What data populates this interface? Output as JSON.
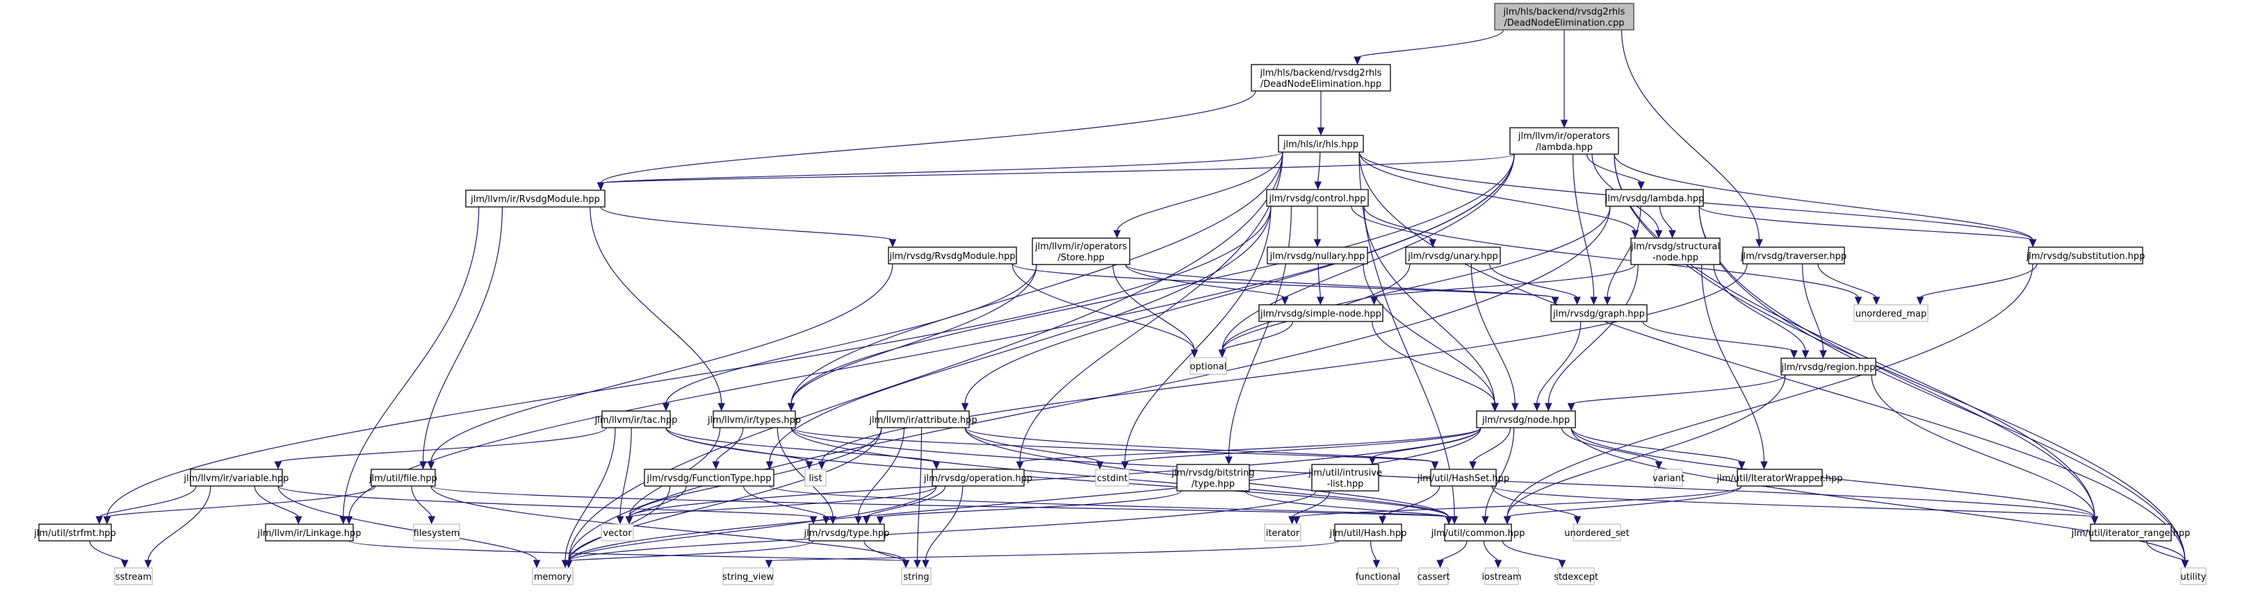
{
  "title": "Include dependency graph for DeadNodeElimination.cpp",
  "colors": {
    "edge": "#191970",
    "root_fill": "#bfbfbf",
    "root_stroke": "#404040",
    "node_stroke": "#000000",
    "system_stroke": "#bfbfbf"
  },
  "nodes": [
    {
      "id": "root",
      "lines": [
        "jlm/hls/backend/rvsdg2rhls",
        "/DeadNodeElimination.cpp"
      ],
      "kind": "root"
    },
    {
      "id": "dne_hpp",
      "lines": [
        "jlm/hls/backend/rvsdg2rhls",
        "/DeadNodeElimination.hpp"
      ],
      "kind": "local"
    },
    {
      "id": "hls",
      "lines": [
        "jlm/hls/ir/hls.hpp"
      ],
      "kind": "local"
    },
    {
      "id": "op_lambda",
      "lines": [
        "jlm/llvm/ir/operators",
        "/lambda.hpp"
      ],
      "kind": "local"
    },
    {
      "id": "llvm_module",
      "lines": [
        "jlm/llvm/ir/RvsdgModule.hpp"
      ],
      "kind": "local"
    },
    {
      "id": "control",
      "lines": [
        "jlm/rvsdg/control.hpp"
      ],
      "kind": "local"
    },
    {
      "id": "rvsdg_lambda",
      "lines": [
        "jlm/rvsdg/lambda.hpp"
      ],
      "kind": "local"
    },
    {
      "id": "rvsdg_module",
      "lines": [
        "jlm/rvsdg/RvsdgModule.hpp"
      ],
      "kind": "local"
    },
    {
      "id": "store",
      "lines": [
        "jlm/llvm/ir/operators",
        "/Store.hpp"
      ],
      "kind": "local"
    },
    {
      "id": "nullary",
      "lines": [
        "jlm/rvsdg/nullary.hpp"
      ],
      "kind": "local"
    },
    {
      "id": "unary",
      "lines": [
        "jlm/rvsdg/unary.hpp"
      ],
      "kind": "local"
    },
    {
      "id": "structural",
      "lines": [
        "jlm/rvsdg/structural",
        "-node.hpp"
      ],
      "kind": "local"
    },
    {
      "id": "traverser",
      "lines": [
        "jlm/rvsdg/traverser.hpp"
      ],
      "kind": "local"
    },
    {
      "id": "substitution",
      "lines": [
        "jlm/rvsdg/substitution.hpp"
      ],
      "kind": "local"
    },
    {
      "id": "simple_node",
      "lines": [
        "jlm/rvsdg/simple-node.hpp"
      ],
      "kind": "local"
    },
    {
      "id": "graph",
      "lines": [
        "jlm/rvsdg/graph.hpp"
      ],
      "kind": "local"
    },
    {
      "id": "unordered_map",
      "lines": [
        "unordered_map"
      ],
      "kind": "system"
    },
    {
      "id": "optional",
      "lines": [
        "optional"
      ],
      "kind": "system"
    },
    {
      "id": "region",
      "lines": [
        "jlm/rvsdg/region.hpp"
      ],
      "kind": "local"
    },
    {
      "id": "tac",
      "lines": [
        "jlm/llvm/ir/tac.hpp"
      ],
      "kind": "local"
    },
    {
      "id": "types",
      "lines": [
        "jlm/llvm/ir/types.hpp"
      ],
      "kind": "local"
    },
    {
      "id": "attribute",
      "lines": [
        "jlm/llvm/ir/attribute.hpp"
      ],
      "kind": "local"
    },
    {
      "id": "node",
      "lines": [
        "jlm/rvsdg/node.hpp"
      ],
      "kind": "local"
    },
    {
      "id": "variable",
      "lines": [
        "jlm/llvm/ir/variable.hpp"
      ],
      "kind": "local"
    },
    {
      "id": "file",
      "lines": [
        "jlm/util/file.hpp"
      ],
      "kind": "local"
    },
    {
      "id": "function_type",
      "lines": [
        "jlm/rvsdg/FunctionType.hpp"
      ],
      "kind": "local"
    },
    {
      "id": "list",
      "lines": [
        "list"
      ],
      "kind": "system"
    },
    {
      "id": "operation",
      "lines": [
        "jlm/rvsdg/operation.hpp"
      ],
      "kind": "local"
    },
    {
      "id": "cstdint",
      "lines": [
        "cstdint"
      ],
      "kind": "system"
    },
    {
      "id": "bitstring_type",
      "lines": [
        "jlm/rvsdg/bitstring",
        "/type.hpp"
      ],
      "kind": "local"
    },
    {
      "id": "intrusive_list",
      "lines": [
        "jlm/util/intrusive",
        "-list.hpp"
      ],
      "kind": "local"
    },
    {
      "id": "hashset",
      "lines": [
        "jlm/util/HashSet.hpp"
      ],
      "kind": "local"
    },
    {
      "id": "variant",
      "lines": [
        "variant"
      ],
      "kind": "system"
    },
    {
      "id": "iterator_wrapper",
      "lines": [
        "jlm/util/IteratorWrapper.hpp"
      ],
      "kind": "local"
    },
    {
      "id": "strfmt",
      "lines": [
        "jlm/util/strfmt.hpp"
      ],
      "kind": "local"
    },
    {
      "id": "linkage",
      "lines": [
        "jlm/llvm/ir/Linkage.hpp"
      ],
      "kind": "local"
    },
    {
      "id": "filesystem",
      "lines": [
        "filesystem"
      ],
      "kind": "system"
    },
    {
      "id": "vector",
      "lines": [
        "vector"
      ],
      "kind": "system"
    },
    {
      "id": "rvsdg_type",
      "lines": [
        "jlm/rvsdg/type.hpp"
      ],
      "kind": "local"
    },
    {
      "id": "iterator",
      "lines": [
        "iterator"
      ],
      "kind": "system"
    },
    {
      "id": "hash",
      "lines": [
        "jlm/util/Hash.hpp"
      ],
      "kind": "local"
    },
    {
      "id": "common",
      "lines": [
        "jlm/util/common.hpp"
      ],
      "kind": "local"
    },
    {
      "id": "unordered_set",
      "lines": [
        "unordered_set"
      ],
      "kind": "system"
    },
    {
      "id": "iterator_range",
      "lines": [
        "jlm/util/iterator_range.hpp"
      ],
      "kind": "local"
    },
    {
      "id": "sstream",
      "lines": [
        "sstream"
      ],
      "kind": "system"
    },
    {
      "id": "memory",
      "lines": [
        "memory"
      ],
      "kind": "system"
    },
    {
      "id": "string_view",
      "lines": [
        "string_view"
      ],
      "kind": "system"
    },
    {
      "id": "string",
      "lines": [
        "string"
      ],
      "kind": "system"
    },
    {
      "id": "functional",
      "lines": [
        "functional"
      ],
      "kind": "system"
    },
    {
      "id": "cassert",
      "lines": [
        "cassert"
      ],
      "kind": "system"
    },
    {
      "id": "iostream",
      "lines": [
        "iostream"
      ],
      "kind": "system"
    },
    {
      "id": "stdexcept",
      "lines": [
        "stdexcept"
      ],
      "kind": "system"
    },
    {
      "id": "utility",
      "lines": [
        "utility"
      ],
      "kind": "system"
    }
  ],
  "edges": [
    [
      "root",
      "dne_hpp"
    ],
    [
      "root",
      "op_lambda"
    ],
    [
      "root",
      "traverser"
    ],
    [
      "dne_hpp",
      "hls"
    ],
    [
      "dne_hpp",
      "llvm_module"
    ],
    [
      "hls",
      "llvm_module"
    ],
    [
      "hls",
      "control"
    ],
    [
      "hls",
      "store"
    ],
    [
      "hls",
      "types"
    ],
    [
      "hls",
      "structural"
    ],
    [
      "hls",
      "substitution"
    ],
    [
      "hls",
      "memory"
    ],
    [
      "hls",
      "utility"
    ],
    [
      "hls",
      "operation"
    ],
    [
      "hls",
      "common"
    ],
    [
      "op_lambda",
      "llvm_module"
    ],
    [
      "op_lambda",
      "rvsdg_lambda"
    ],
    [
      "op_lambda",
      "graph"
    ],
    [
      "op_lambda",
      "substitution"
    ],
    [
      "op_lambda",
      "types"
    ],
    [
      "op_lambda",
      "attribute"
    ],
    [
      "op_lambda",
      "linkage"
    ],
    [
      "op_lambda",
      "optional"
    ],
    [
      "op_lambda",
      "iterator_range"
    ],
    [
      "op_lambda",
      "structural"
    ],
    [
      "op_lambda",
      "utility"
    ],
    [
      "llvm_module",
      "rvsdg_module"
    ],
    [
      "llvm_module",
      "types"
    ],
    [
      "llvm_module",
      "file"
    ],
    [
      "llvm_module",
      "linkage"
    ],
    [
      "control",
      "nullary"
    ],
    [
      "control",
      "unary"
    ],
    [
      "control",
      "strfmt"
    ],
    [
      "control",
      "node"
    ],
    [
      "control",
      "cstdint"
    ],
    [
      "control",
      "unordered_map"
    ],
    [
      "control",
      "bitstring_type"
    ],
    [
      "control",
      "function_type"
    ],
    [
      "rvsdg_lambda",
      "structural"
    ],
    [
      "rvsdg_lambda",
      "graph"
    ],
    [
      "rvsdg_lambda",
      "substitution"
    ],
    [
      "rvsdg_lambda",
      "optional"
    ],
    [
      "rvsdg_lambda",
      "iterator_range"
    ],
    [
      "rvsdg_lambda",
      "utility"
    ],
    [
      "rvsdg_lambda",
      "memory"
    ],
    [
      "rvsdg_module",
      "graph"
    ],
    [
      "rvsdg_module",
      "optional"
    ],
    [
      "rvsdg_module",
      "file"
    ],
    [
      "store",
      "simple_node"
    ],
    [
      "store",
      "graph"
    ],
    [
      "store",
      "optional"
    ],
    [
      "store",
      "tac"
    ],
    [
      "store",
      "types"
    ],
    [
      "nullary",
      "simple_node"
    ],
    [
      "nullary",
      "node"
    ],
    [
      "unary",
      "graph"
    ],
    [
      "unary",
      "node"
    ],
    [
      "unary",
      "optional"
    ],
    [
      "structural",
      "region"
    ],
    [
      "structural",
      "node"
    ],
    [
      "structural",
      "simple_node"
    ],
    [
      "structural",
      "iterator_wrapper"
    ],
    [
      "traverser",
      "region"
    ],
    [
      "traverser",
      "unordered_map"
    ],
    [
      "traverser",
      "list"
    ],
    [
      "substitution",
      "unordered_map"
    ],
    [
      "substitution",
      "common"
    ],
    [
      "simple_node",
      "node"
    ],
    [
      "simple_node",
      "optional"
    ],
    [
      "graph",
      "region"
    ],
    [
      "graph",
      "node"
    ],
    [
      "region",
      "node"
    ],
    [
      "region",
      "iterator_range"
    ],
    [
      "region",
      "common"
    ],
    [
      "tac",
      "variable"
    ],
    [
      "tac",
      "list"
    ],
    [
      "tac",
      "vector"
    ],
    [
      "tac",
      "operation"
    ],
    [
      "tac",
      "memory"
    ],
    [
      "tac",
      "common"
    ],
    [
      "types",
      "function_type"
    ],
    [
      "types",
      "rvsdg_type"
    ],
    [
      "types",
      "vector"
    ],
    [
      "types",
      "common"
    ],
    [
      "types",
      "iterator_range"
    ],
    [
      "types",
      "hashset"
    ],
    [
      "attribute",
      "rvsdg_type"
    ],
    [
      "attribute",
      "string"
    ],
    [
      "attribute",
      "vector"
    ],
    [
      "attribute",
      "memory"
    ],
    [
      "attribute",
      "cstdint"
    ],
    [
      "attribute",
      "hashset"
    ],
    [
      "attribute",
      "common"
    ],
    [
      "node",
      "operation"
    ],
    [
      "node",
      "intrusive_list"
    ],
    [
      "node",
      "hashset"
    ],
    [
      "node",
      "variant"
    ],
    [
      "node",
      "iterator_wrapper"
    ],
    [
      "node",
      "iterator_range"
    ],
    [
      "node",
      "common"
    ],
    [
      "node",
      "cstdint"
    ],
    [
      "node",
      "memory"
    ],
    [
      "node",
      "vector"
    ],
    [
      "node",
      "utility"
    ],
    [
      "variable",
      "strfmt"
    ],
    [
      "variable",
      "linkage"
    ],
    [
      "variable",
      "rvsdg_type"
    ],
    [
      "variable",
      "sstream"
    ],
    [
      "variable",
      "memory"
    ],
    [
      "file",
      "strfmt"
    ],
    [
      "file",
      "filesystem"
    ],
    [
      "file",
      "string"
    ],
    [
      "file",
      "common"
    ],
    [
      "function_type",
      "rvsdg_type"
    ],
    [
      "function_type",
      "vector"
    ],
    [
      "function_type",
      "memory"
    ],
    [
      "function_type",
      "common"
    ],
    [
      "operation",
      "rvsdg_type"
    ],
    [
      "operation",
      "vector"
    ],
    [
      "operation",
      "memory"
    ],
    [
      "operation",
      "string"
    ],
    [
      "bitstring_type",
      "rvsdg_type"
    ],
    [
      "bitstring_type",
      "common"
    ],
    [
      "intrusive_list",
      "iterator"
    ],
    [
      "intrusive_list",
      "memory"
    ],
    [
      "hashset",
      "hash"
    ],
    [
      "hashset",
      "unordered_set"
    ],
    [
      "hashset",
      "iterator_range"
    ],
    [
      "iterator_wrapper",
      "iterator"
    ],
    [
      "iterator_wrapper",
      "common"
    ],
    [
      "strfmt",
      "sstream"
    ],
    [
      "linkage",
      "string"
    ],
    [
      "rvsdg_type",
      "memory"
    ],
    [
      "rvsdg_type",
      "string"
    ],
    [
      "hash",
      "functional"
    ],
    [
      "hash",
      "string_view"
    ],
    [
      "common",
      "cassert"
    ],
    [
      "common",
      "iostream"
    ],
    [
      "common",
      "stdexcept"
    ],
    [
      "iterator_range",
      "utility"
    ]
  ]
}
